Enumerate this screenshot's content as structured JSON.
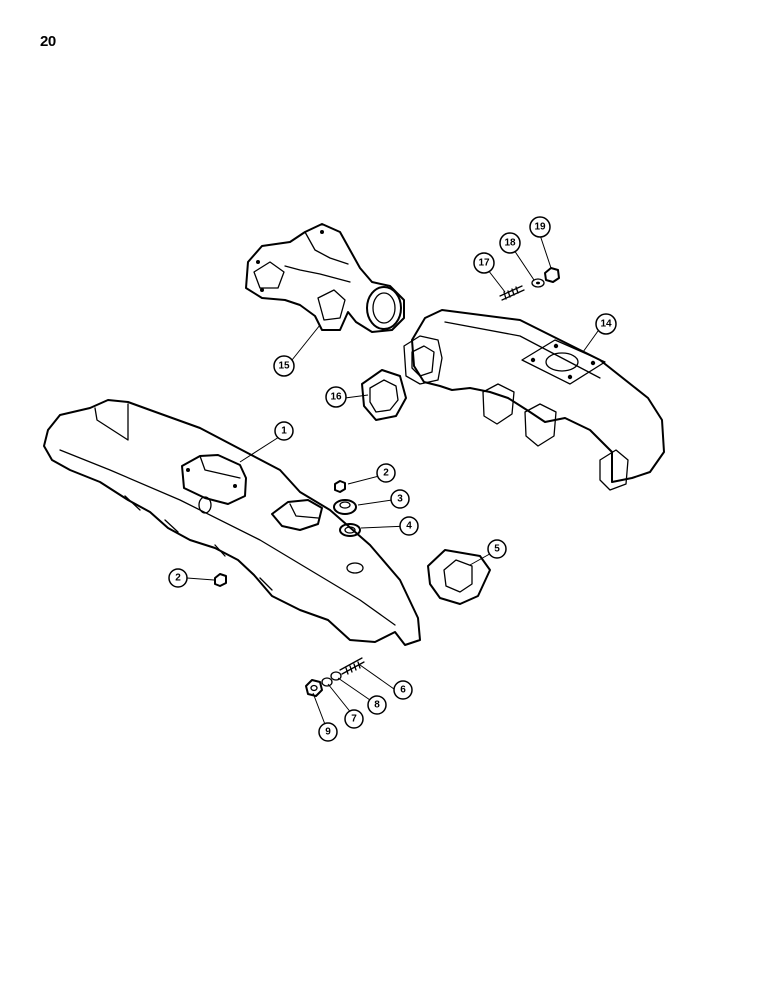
{
  "page": {
    "number": "20"
  },
  "callouts": {
    "c1": "1",
    "c2a": "2",
    "c2b": "2",
    "c3": "3",
    "c4": "4",
    "c5": "5",
    "c6": "6",
    "c7": "7",
    "c8": "8",
    "c9": "9",
    "c14": "14",
    "c15": "15",
    "c16": "16",
    "c17": "17",
    "c18": "18",
    "c19": "19"
  }
}
